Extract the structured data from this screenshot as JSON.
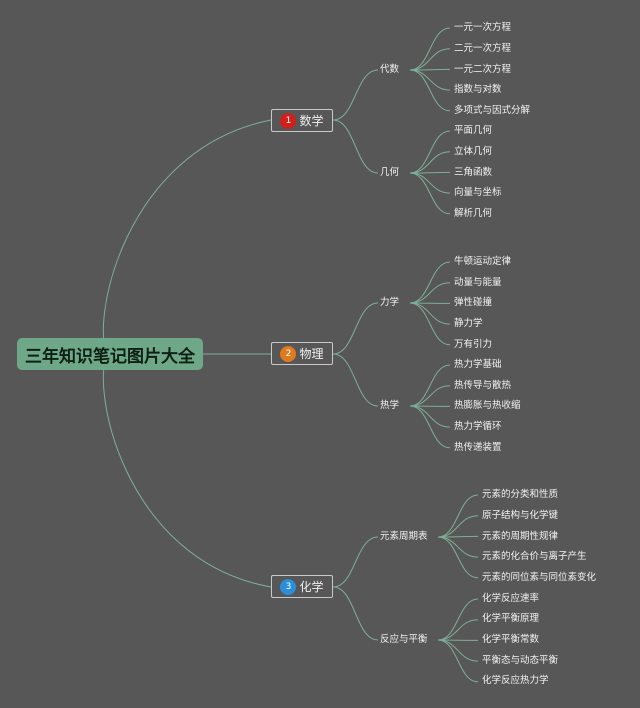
{
  "colors": {
    "background": "#575757",
    "root": "#6fa888",
    "line": "#7fae98"
  },
  "root": {
    "label": "三年知识笔记图片大全"
  },
  "subjects": [
    {
      "label": "数学",
      "badge": "1",
      "badge_color": "#d0201a",
      "branches": [
        {
          "label": "代数",
          "leaves": [
            "一元一次方程",
            "二元一次方程",
            "一元二次方程",
            "指数与对数",
            "多项式与因式分解"
          ]
        },
        {
          "label": "几何",
          "leaves": [
            "平面几何",
            "立体几何",
            "三角函数",
            "向量与坐标",
            "解析几何"
          ]
        }
      ]
    },
    {
      "label": "物理",
      "badge": "2",
      "badge_color": "#e07a1e",
      "branches": [
        {
          "label": "力学",
          "leaves": [
            "牛顿运动定律",
            "动量与能量",
            "弹性碰撞",
            "静力学",
            "万有引力"
          ]
        },
        {
          "label": "热学",
          "leaves": [
            "热力学基础",
            "热传导与散热",
            "热膨胀与热收缩",
            "热力学循环",
            "热传递装置"
          ]
        }
      ]
    },
    {
      "label": "化学",
      "badge": "3",
      "badge_color": "#2a8fd8",
      "branches": [
        {
          "label": "元素周期表",
          "leaves": [
            "元素的分类和性质",
            "原子结构与化学键",
            "元素的周期性规律",
            "元素的化合价与离子产生",
            "元素的同位素与同位素变化"
          ]
        },
        {
          "label": "反应与平衡",
          "leaves": [
            "化学反应速率",
            "化学平衡原理",
            "化学平衡常数",
            "平衡态与动态平衡",
            "化学反应热力学"
          ]
        }
      ]
    }
  ]
}
